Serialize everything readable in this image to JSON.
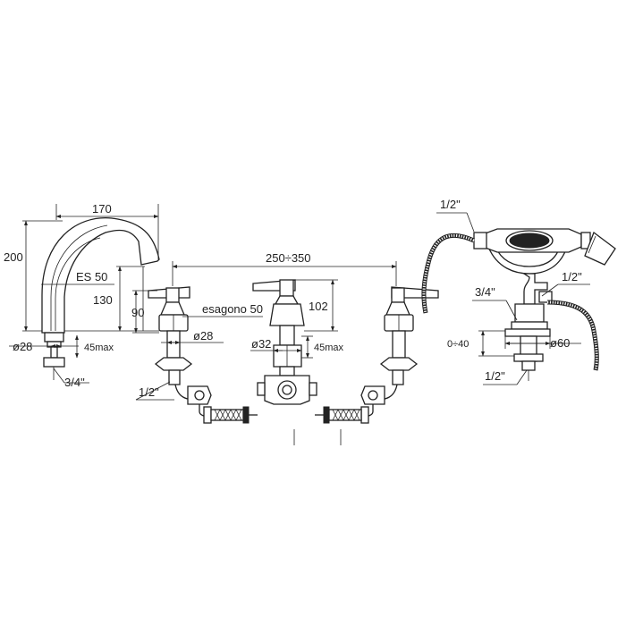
{
  "colors": {
    "ink": "#222222",
    "background": "#ffffff"
  },
  "spout": {
    "width": "170",
    "height_total": "200",
    "height_outlet": "130",
    "es_label": "ES 50",
    "base_dia": "ø28",
    "thickness_max": "45max",
    "thread": "3/4\""
  },
  "mixer": {
    "spacing": "250÷350",
    "handle_height": "90",
    "hex_label": "esagono 50",
    "valve_dia": "ø28",
    "thread": "1/2\"",
    "center_dia": "ø32",
    "center_thickness_max": "45max",
    "center_height": "102"
  },
  "shower": {
    "top_thread": "1/2\"",
    "side_thread": "1/2\"",
    "body_thread": "3/4\"",
    "adjust_range": "0÷40",
    "base_dia": "ø60",
    "bottom_thread": "1/2\""
  }
}
